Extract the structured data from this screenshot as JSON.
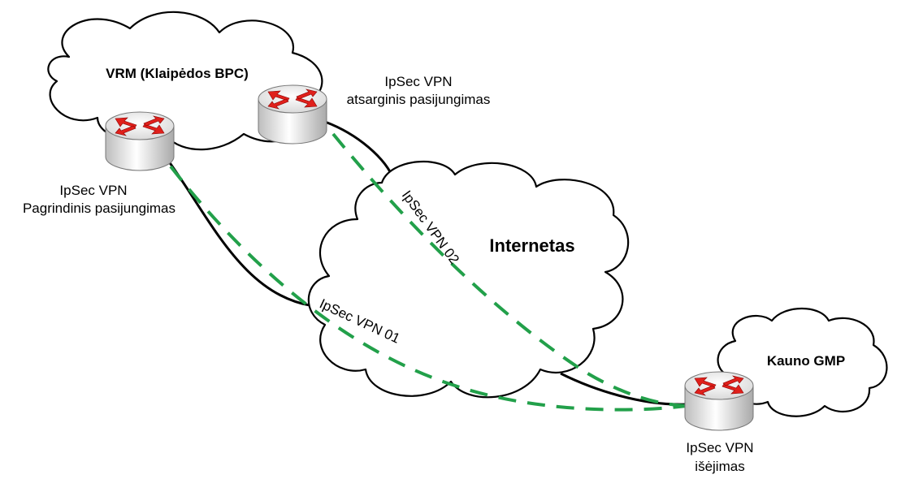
{
  "sites": {
    "vrm": {
      "title": "VRM (Klaipėdos BPC)"
    },
    "internet": {
      "title": "Internetas"
    },
    "kaunas": {
      "title": "Kauno GMP"
    }
  },
  "routers": {
    "primary": {
      "label_line1": "IpSec VPN",
      "label_line2": "Pagrindinis pasijungimas",
      "icon": "router-icon"
    },
    "backup": {
      "label_line1": "IpSec VPN",
      "label_line2": "atsarginis pasijungimas",
      "icon": "router-icon"
    },
    "exit": {
      "label_line1": "IpSec VPN",
      "label_line2": "išėjimas",
      "icon": "router-icon"
    }
  },
  "tunnels": {
    "vpn01": {
      "label": "IpSec VPN 01"
    },
    "vpn02": {
      "label": "IpSec VPN 02"
    }
  },
  "colors": {
    "tunnel": "#22a04a",
    "router_arrow": "#e0201b",
    "router_body": "#e8e8e8"
  }
}
